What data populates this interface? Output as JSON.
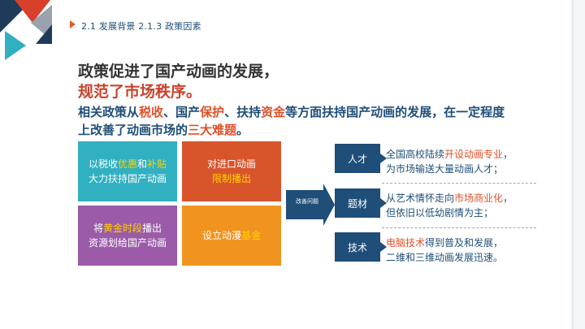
{
  "breadcrumb": "2.1 发展背景   2.1.3 政策因素",
  "heading": {
    "line1": "政策促进了国产动画的发展，",
    "line2": "规范了市场秩序。"
  },
  "paragraph": {
    "p1": "相关政策从",
    "h1": "税收",
    "p2": "、国产",
    "h2": "保护",
    "p3": "、扶持",
    "h3": "资金",
    "p4": "等方面扶持国产动画的发展，在一定程度上改善了动画市场的",
    "h4": "三大难题",
    "p5": "。"
  },
  "boxes": {
    "b1": {
      "pre": "以税收",
      "y1": "优惠",
      "mid": "和",
      "y2": "补贴",
      "line2": "大力扶持国产动画"
    },
    "b2": {
      "line1": "对进口动画",
      "y": "限制播出"
    },
    "b3": {
      "pre": "将",
      "y": "黄金时段",
      "post": "播出",
      "line2": "资源划给国产动画"
    },
    "b4": {
      "pre": "设立动漫",
      "y": "基金"
    }
  },
  "arrow_label": "改善问题",
  "tags": [
    "人才",
    "题材",
    "技术"
  ],
  "descs": {
    "d1": {
      "pre": "全国高校陆续",
      "o": "开设动画专业",
      "post": "，",
      "line2": "为市场输送大量动画人才；"
    },
    "d2": {
      "pre": "从艺术情怀走向",
      "o": "市场商业化",
      "post": "，",
      "line2": "但依旧以低幼剧情为主；"
    },
    "d3": {
      "o": "电脑技术",
      "post": "得到普及和发展，",
      "line2": "二维和三维动画发展迅速。"
    }
  }
}
